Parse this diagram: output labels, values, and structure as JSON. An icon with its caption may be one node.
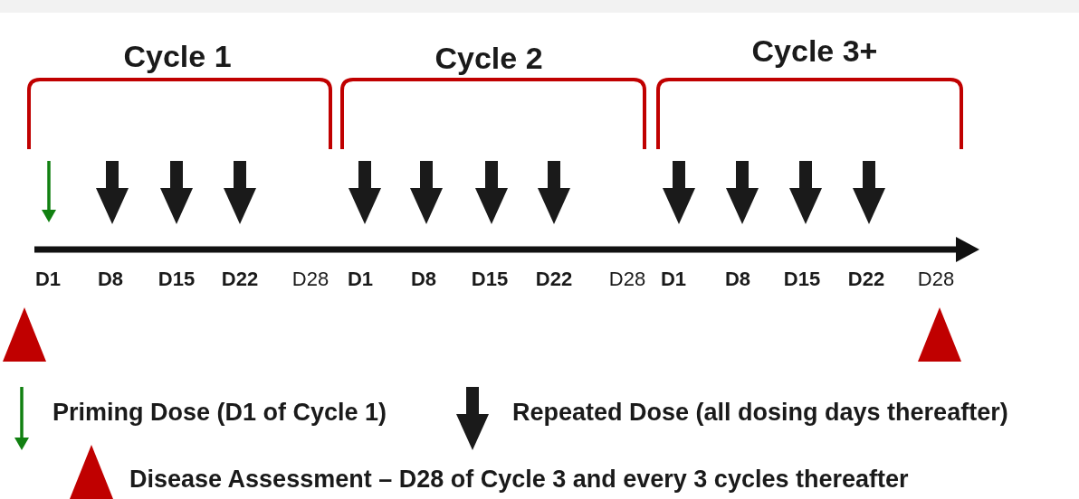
{
  "diagram": {
    "labels": [
      "Cycle 1",
      "Cycle 2",
      "Cycle 3+",
      "D1",
      "D8",
      "D15",
      "D22",
      "D28",
      "D1",
      "D8",
      "D15",
      "D22",
      "D28",
      "D1",
      "D8",
      "D15",
      "D22",
      "D28"
    ],
    "legend": [
      {
        "text": "Priming Dose (D1 of Cycle 1)"
      },
      {
        "text": "Repeated Dose (all dosing days thereafter)"
      },
      {
        "text": "Disease Assessment – D28 of Cycle 3 and every 3 cycles thereafter"
      }
    ]
  }
}
